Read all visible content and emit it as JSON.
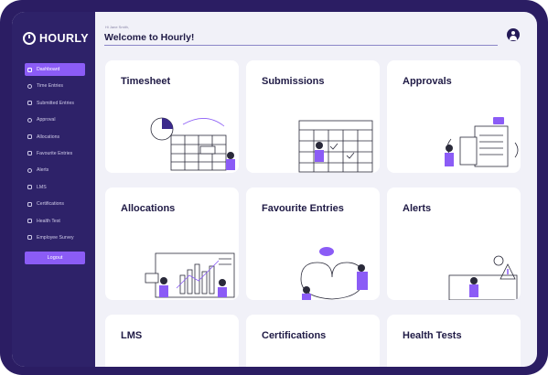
{
  "app": {
    "brand": "HOURLY"
  },
  "sidebar": {
    "items": [
      {
        "label": "Dashboard",
        "icon": "dashboard-icon",
        "active": true
      },
      {
        "label": "Time Entries",
        "icon": "clock-icon"
      },
      {
        "label": "Submitted Entries",
        "icon": "list-icon"
      },
      {
        "label": "Approval",
        "icon": "check-icon"
      },
      {
        "label": "Allocations",
        "icon": "stack-icon"
      },
      {
        "label": "Favourite Entries",
        "icon": "bookmark-icon"
      },
      {
        "label": "Alerts",
        "icon": "alert-icon"
      },
      {
        "label": "LMS",
        "icon": "book-icon"
      },
      {
        "label": "Certifications",
        "icon": "certificate-icon"
      },
      {
        "label": "Health Test",
        "icon": "health-icon"
      },
      {
        "label": "Employee Survey",
        "icon": "survey-icon"
      }
    ],
    "logout_label": "Logout"
  },
  "header": {
    "greeting_small": "Hi Jane Smith,",
    "title": "Welcome to Hourly!"
  },
  "cards": [
    {
      "title": "Timesheet",
      "illustration": "timesheet-illustration"
    },
    {
      "title": "Submissions",
      "illustration": "submissions-illustration"
    },
    {
      "title": "Approvals",
      "illustration": "approvals-illustration"
    },
    {
      "title": "Allocations",
      "illustration": "allocations-illustration"
    },
    {
      "title": "Favourite Entries",
      "illustration": "favourite-entries-illustration"
    },
    {
      "title": "Alerts",
      "illustration": "alerts-illustration"
    },
    {
      "title": "LMS",
      "illustration": "lms-illustration"
    },
    {
      "title": "Certifications",
      "illustration": "certifications-illustration"
    },
    {
      "title": "Health Tests",
      "illustration": "health-tests-illustration"
    }
  ],
  "colors": {
    "sidebar_bg": "#2e2269",
    "frame": "#2b1d63",
    "accent": "#8b5cf6",
    "page_bg": "#f1f1f8",
    "text_dark": "#1f1a45"
  }
}
